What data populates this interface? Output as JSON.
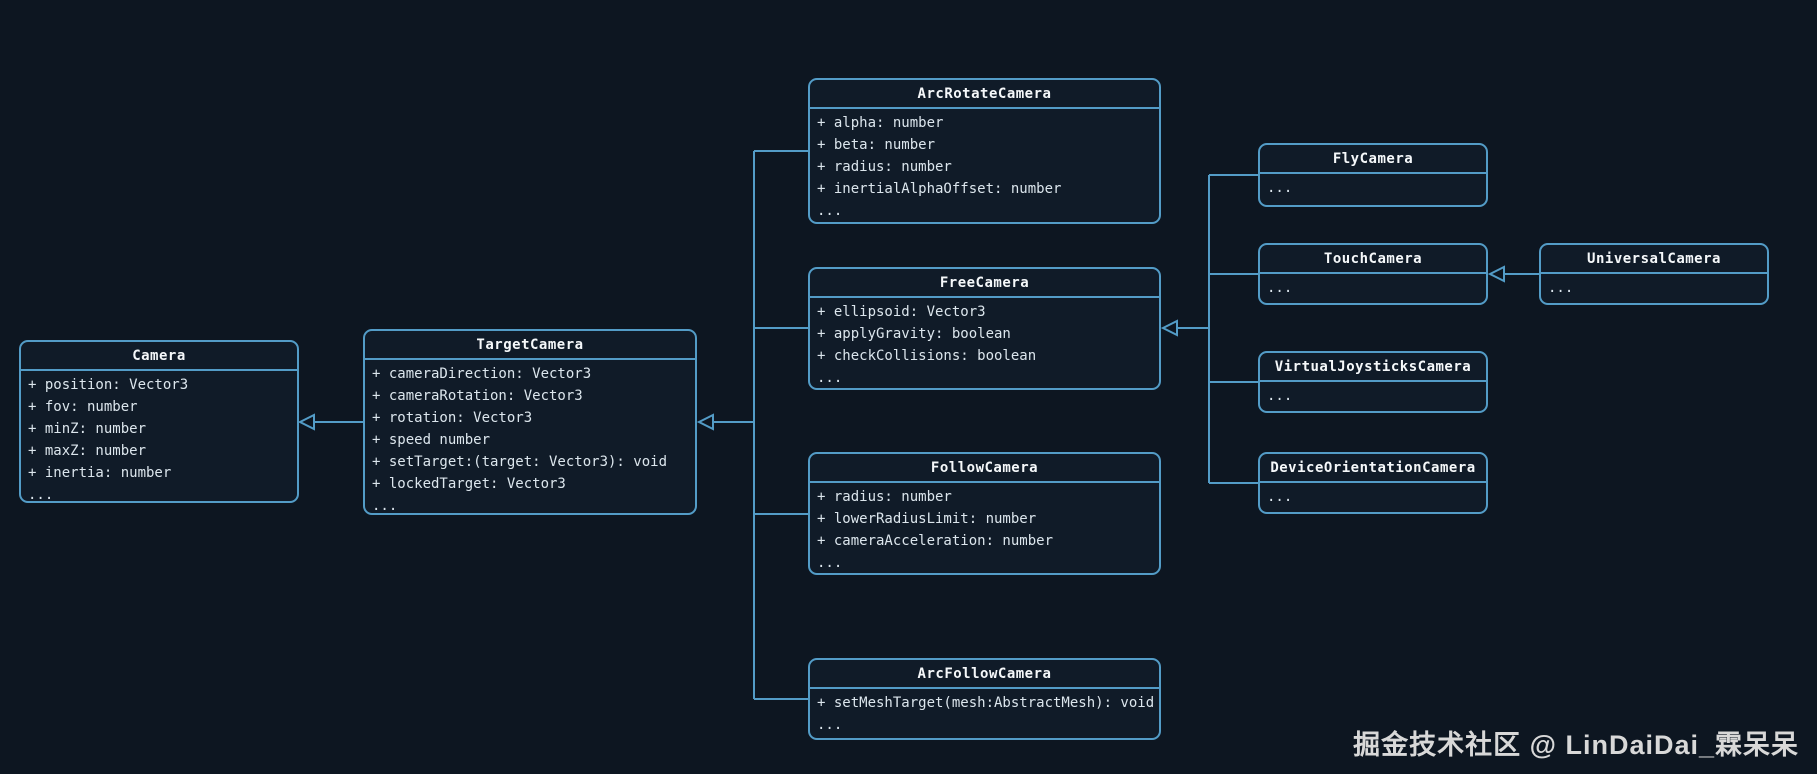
{
  "diagram": {
    "classes": {
      "camera": {
        "title": "Camera",
        "members": [
          "+ position: Vector3",
          "+ fov: number",
          "+ minZ: number",
          "+ maxZ: number",
          "+ inertia: number",
          "..."
        ]
      },
      "targetCamera": {
        "title": "TargetCamera",
        "members": [
          "+ cameraDirection: Vector3",
          "+ cameraRotation: Vector3",
          "+ rotation: Vector3",
          "+ speed number",
          "+ setTarget:(target: Vector3): void",
          "+ lockedTarget: Vector3",
          "..."
        ]
      },
      "arcRotateCamera": {
        "title": "ArcRotateCamera",
        "members": [
          "+ alpha: number",
          "+ beta: number",
          "+ radius: number",
          "+ inertialAlphaOffset: number",
          "..."
        ]
      },
      "freeCamera": {
        "title": "FreeCamera",
        "members": [
          "+ ellipsoid: Vector3",
          "+ applyGravity: boolean",
          "+ checkCollisions: boolean",
          "..."
        ]
      },
      "followCamera": {
        "title": "FollowCamera",
        "members": [
          "+ radius: number",
          "+ lowerRadiusLimit: number",
          "+ cameraAcceleration: number",
          "..."
        ]
      },
      "arcFollowCamera": {
        "title": "ArcFollowCamera",
        "members": [
          "+ setMeshTarget(mesh:AbstractMesh): void",
          "..."
        ]
      },
      "flyCamera": {
        "title": "FlyCamera",
        "members": [
          "..."
        ]
      },
      "touchCamera": {
        "title": "TouchCamera",
        "members": [
          "..."
        ]
      },
      "universalCamera": {
        "title": "UniversalCamera",
        "members": [
          "..."
        ]
      },
      "virtualJoysticksCamera": {
        "title": "VirtualJoysticksCamera",
        "members": [
          "..."
        ]
      },
      "deviceOrientationCamera": {
        "title": "DeviceOrientationCamera",
        "members": [
          "..."
        ]
      }
    },
    "relations": [
      "TargetCamera -|> Camera",
      "ArcRotateCamera -|> TargetCamera",
      "FreeCamera -|> TargetCamera",
      "FollowCamera -|> TargetCamera",
      "ArcFollowCamera -|> TargetCamera",
      "FlyCamera -|> FreeCamera",
      "TouchCamera -|> FreeCamera",
      "VirtualJoysticksCamera -|> FreeCamera",
      "DeviceOrientationCamera -|> FreeCamera",
      "UniversalCamera -|> TouchCamera"
    ],
    "colors": {
      "background": "#0d1621",
      "box_fill": "#101b28",
      "line": "#539cc7",
      "title_text": "#f5f8fa",
      "member_text": "#dce6ed",
      "watermark_text": "#d8d8d8"
    },
    "watermark": "掘金技术社区 @ LinDaiDai_霖呆呆"
  }
}
